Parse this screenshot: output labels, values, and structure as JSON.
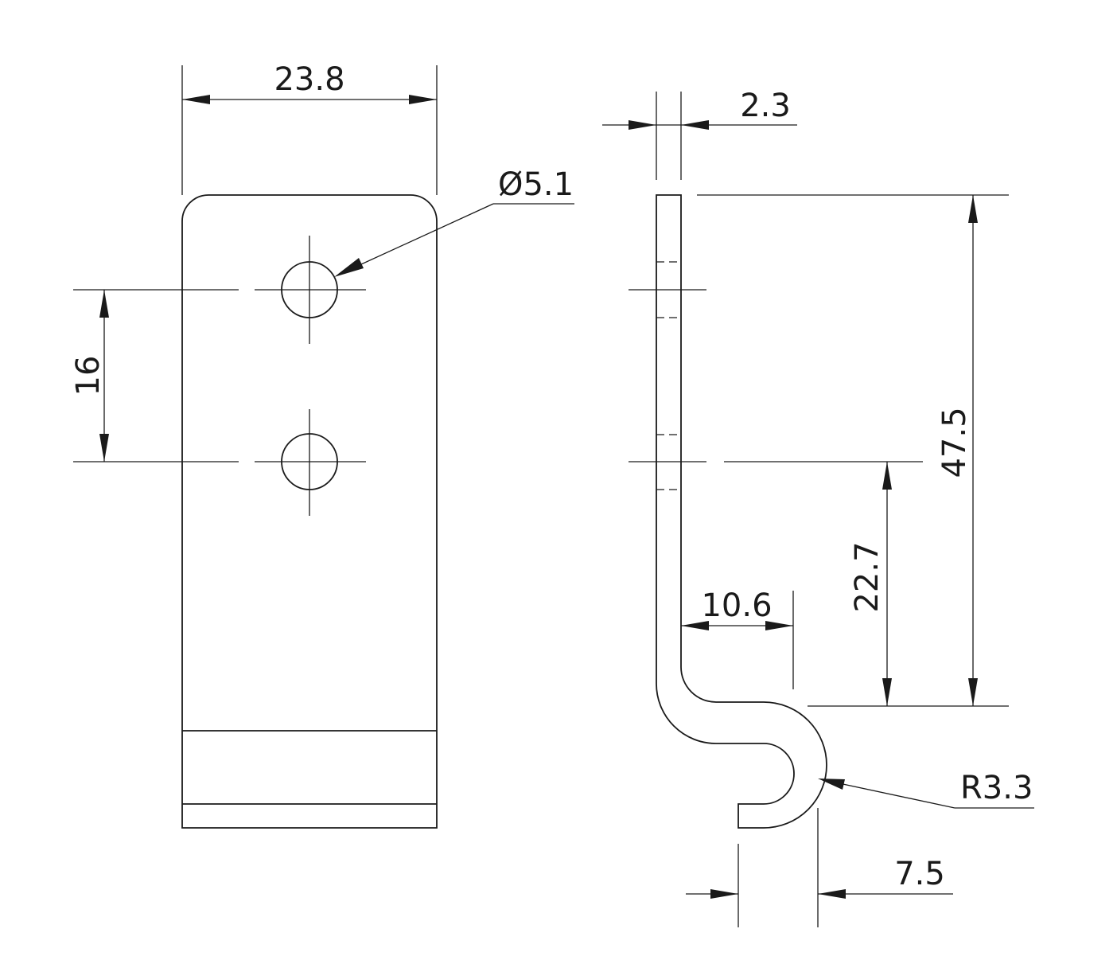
{
  "dimensions": {
    "width": "23.8",
    "hole_diameter": "Ø5.1",
    "hole_spacing": "16",
    "thickness": "2.3",
    "overall_height": "47.5",
    "lower_hole_height": "22.7",
    "offset": "10.6",
    "bend_radius": "R3.3",
    "hook_width": "7.5"
  },
  "colors": {
    "line": "#1a1a1a",
    "background": "#ffffff"
  }
}
